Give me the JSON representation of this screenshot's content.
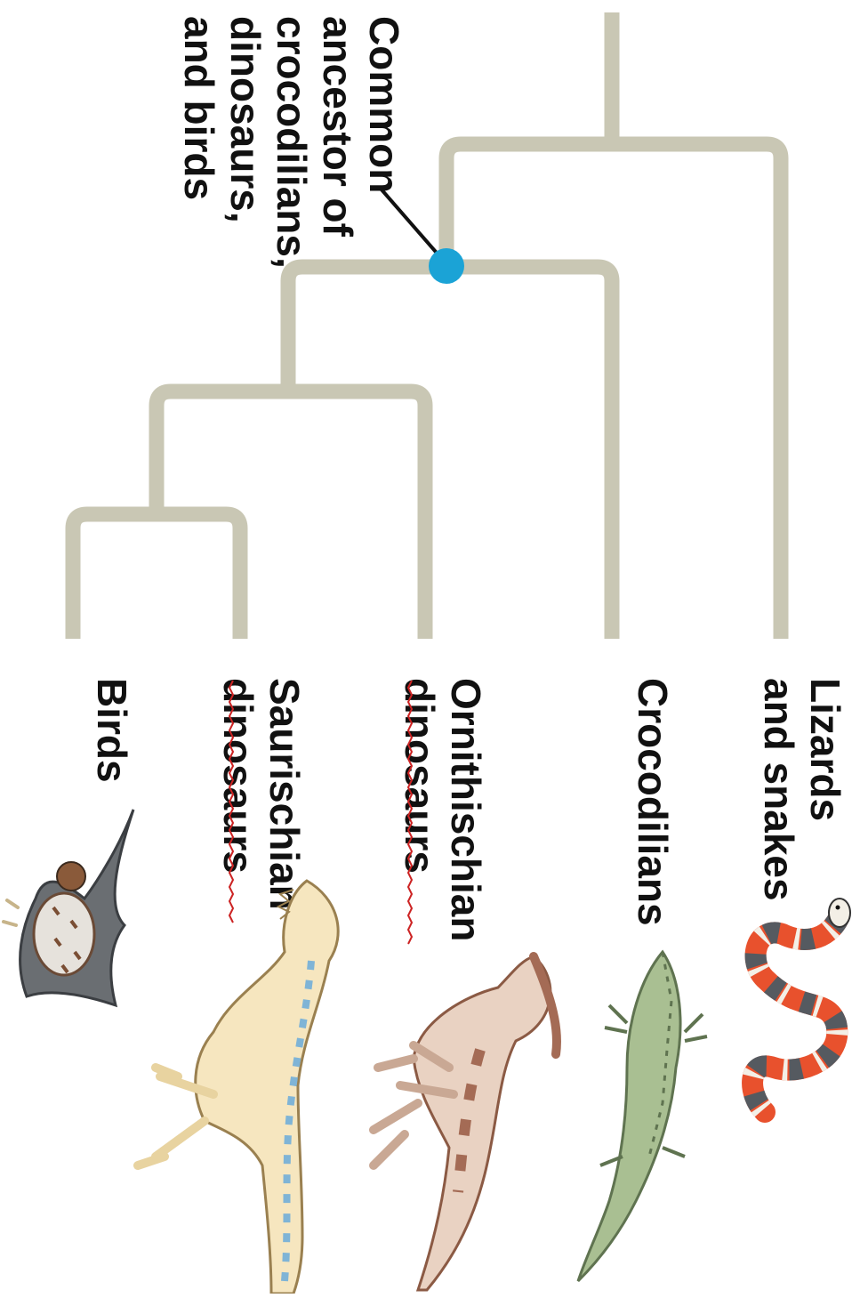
{
  "diagram": {
    "type": "cladogram",
    "node_label": [
      "Common",
      "ancestor of",
      "crocodilians,",
      "dinosaurs,",
      "and birds"
    ],
    "node_color": "#1ba3d6",
    "branch_color": "#c9c7b4",
    "taxa": [
      {
        "id": "lizards",
        "label": [
          "Lizards",
          "and snakes"
        ],
        "icon": "snake-icon"
      },
      {
        "id": "crocodilians",
        "label": [
          "Crocodilians"
        ],
        "icon": "crocodile-icon"
      },
      {
        "id": "ornithischian",
        "label": [
          "Ornithischian",
          "dinosaurs"
        ],
        "icon": "parasaurolophus-icon"
      },
      {
        "id": "saurischian",
        "label": [
          "Saurischian",
          "dinosaurs"
        ],
        "icon": "tyrannosaurus-icon"
      },
      {
        "id": "birds",
        "label": [
          "Birds"
        ],
        "icon": "hawk-icon"
      }
    ]
  }
}
